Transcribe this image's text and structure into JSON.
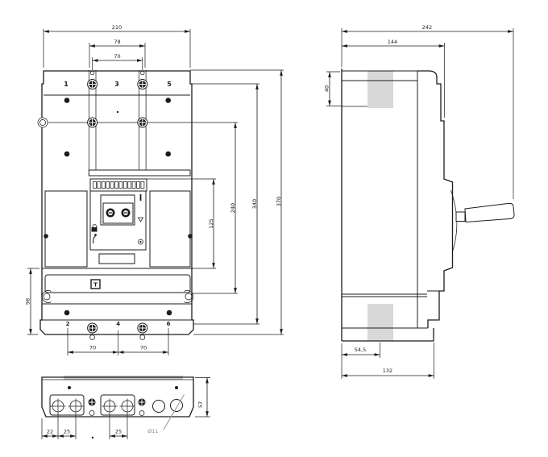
{
  "front_view": {
    "dims": {
      "overall_width": "210",
      "tab_spacing": "78",
      "hole_spacing": "70",
      "overall_height": "370",
      "shoulder_spacing": "340",
      "mount_spacing": "240",
      "unit_height": "125",
      "base_height": "98",
      "pole_pitch_a": "70",
      "pole_pitch_b": "70"
    },
    "terminals_top": [
      "1",
      "3",
      "5"
    ],
    "terminals_bottom": [
      "2",
      "4",
      "6"
    ],
    "marks": {
      "test": "T",
      "on": "I"
    }
  },
  "side_view": {
    "dims": {
      "overall_depth": "242",
      "body_depth": "144",
      "top_offset": "40",
      "hole_offset": "54,5",
      "base_depth": "132"
    }
  },
  "bottom_view": {
    "dims": {
      "edge_pitch": "22",
      "hole_pitch_a": "25",
      "hole_pitch_b": "25",
      "mount_hole": "Ø11",
      "depth": "57"
    }
  }
}
